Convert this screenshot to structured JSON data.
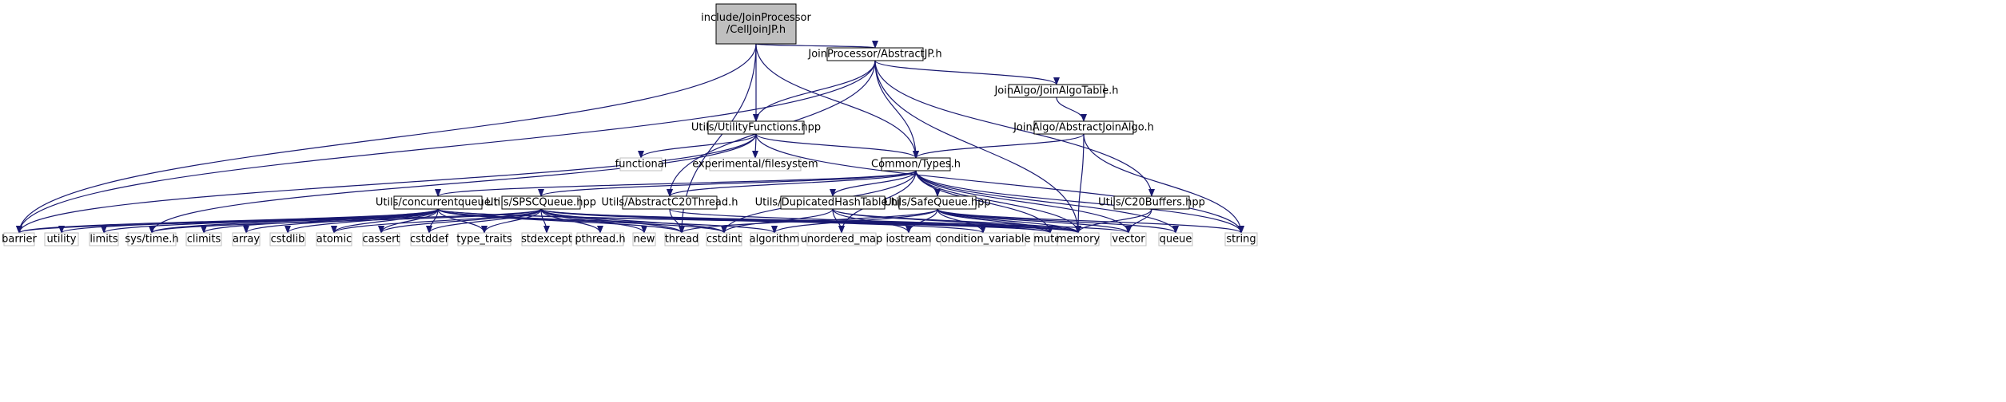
{
  "colors": {
    "edge": "#191970",
    "root_fill": "#bfbfbf",
    "node_stroke": "#000000",
    "sys_stroke": "#bfbfbf"
  },
  "nodes": [
    {
      "id": "root",
      "kind": "root",
      "lines": [
        "include/JoinProcessor",
        "/CellJoinJP.h"
      ]
    },
    {
      "id": "abstractjp",
      "kind": "local",
      "lines": [
        "JoinProcessor/AbstractJP.h"
      ]
    },
    {
      "id": "utilfn",
      "kind": "local",
      "lines": [
        "Utils/UtilityFunctions.hpp"
      ]
    },
    {
      "id": "joinalgotable",
      "kind": "local",
      "lines": [
        "JoinAlgo/JoinAlgoTable.h"
      ]
    },
    {
      "id": "abstractjoinalgo",
      "kind": "local",
      "lines": [
        "JoinAlgo/AbstractJoinAlgo.h"
      ]
    },
    {
      "id": "types",
      "kind": "local",
      "lines": [
        "Common/Types.h"
      ]
    },
    {
      "id": "functional",
      "kind": "sys",
      "lines": [
        "functional"
      ]
    },
    {
      "id": "expfs",
      "kind": "sys",
      "lines": [
        "experimental/filesystem"
      ]
    },
    {
      "id": "cq",
      "kind": "local",
      "lines": [
        "Utils/concurrentqueue.h"
      ]
    },
    {
      "id": "spsc",
      "kind": "local",
      "lines": [
        "Utils/SPSCQueue.hpp"
      ]
    },
    {
      "id": "c20thread",
      "kind": "local",
      "lines": [
        "Utils/AbstractC20Thread.h"
      ]
    },
    {
      "id": "dht",
      "kind": "local",
      "lines": [
        "Utils/DupicatedHashTable.hpp"
      ]
    },
    {
      "id": "safeq",
      "kind": "local",
      "lines": [
        "Utils/SafeQueue.hpp"
      ]
    },
    {
      "id": "c20buf",
      "kind": "local",
      "lines": [
        "Utils/C20Buffers.hpp"
      ]
    },
    {
      "id": "barrier",
      "kind": "sys",
      "lines": [
        "barrier"
      ]
    },
    {
      "id": "utility",
      "kind": "sys",
      "lines": [
        "utility"
      ]
    },
    {
      "id": "limits",
      "kind": "sys",
      "lines": [
        "limits"
      ]
    },
    {
      "id": "systime",
      "kind": "sys",
      "lines": [
        "sys/time.h"
      ]
    },
    {
      "id": "climits",
      "kind": "sys",
      "lines": [
        "climits"
      ]
    },
    {
      "id": "array",
      "kind": "sys",
      "lines": [
        "array"
      ]
    },
    {
      "id": "cstdlib",
      "kind": "sys",
      "lines": [
        "cstdlib"
      ]
    },
    {
      "id": "atomic",
      "kind": "sys",
      "lines": [
        "atomic"
      ]
    },
    {
      "id": "cassert",
      "kind": "sys",
      "lines": [
        "cassert"
      ]
    },
    {
      "id": "cstddef",
      "kind": "sys",
      "lines": [
        "cstddef"
      ]
    },
    {
      "id": "typetraits",
      "kind": "sys",
      "lines": [
        "type_traits"
      ]
    },
    {
      "id": "stdexcept",
      "kind": "sys",
      "lines": [
        "stdexcept"
      ]
    },
    {
      "id": "pthread",
      "kind": "sys",
      "lines": [
        "pthread.h"
      ]
    },
    {
      "id": "new",
      "kind": "sys",
      "lines": [
        "new"
      ]
    },
    {
      "id": "thread",
      "kind": "sys",
      "lines": [
        "thread"
      ]
    },
    {
      "id": "cstdint",
      "kind": "sys",
      "lines": [
        "cstdint"
      ]
    },
    {
      "id": "algorithm",
      "kind": "sys",
      "lines": [
        "algorithm"
      ]
    },
    {
      "id": "umap",
      "kind": "sys",
      "lines": [
        "unordered_map"
      ]
    },
    {
      "id": "iostream",
      "kind": "sys",
      "lines": [
        "iostream"
      ]
    },
    {
      "id": "condvar",
      "kind": "sys",
      "lines": [
        "condition_variable"
      ]
    },
    {
      "id": "mutex",
      "kind": "sys",
      "lines": [
        "mutex"
      ]
    },
    {
      "id": "memory",
      "kind": "sys",
      "lines": [
        "memory"
      ]
    },
    {
      "id": "vector",
      "kind": "sys",
      "lines": [
        "vector"
      ]
    },
    {
      "id": "queue",
      "kind": "sys",
      "lines": [
        "queue"
      ]
    },
    {
      "id": "string",
      "kind": "sys",
      "lines": [
        "string"
      ]
    }
  ],
  "edges": [
    [
      "root",
      "barrier"
    ],
    [
      "root",
      "thread"
    ],
    [
      "root",
      "abstractjp"
    ],
    [
      "root",
      "utilfn"
    ],
    [
      "root",
      "types"
    ],
    [
      "abstractjp",
      "barrier"
    ],
    [
      "abstractjp",
      "utilfn"
    ],
    [
      "abstractjp",
      "joinalgotable"
    ],
    [
      "abstractjp",
      "types"
    ],
    [
      "abstractjp",
      "c20thread"
    ],
    [
      "abstractjp",
      "memory"
    ],
    [
      "abstractjp",
      "c20buf"
    ],
    [
      "joinalgotable",
      "abstractjoinalgo"
    ],
    [
      "abstractjoinalgo",
      "types"
    ],
    [
      "abstractjoinalgo",
      "memory"
    ],
    [
      "abstractjoinalgo",
      "string"
    ],
    [
      "utilfn",
      "barrier"
    ],
    [
      "utilfn",
      "functional"
    ],
    [
      "utilfn",
      "expfs"
    ],
    [
      "utilfn",
      "types"
    ],
    [
      "utilfn",
      "systime"
    ],
    [
      "utilfn",
      "string"
    ],
    [
      "types",
      "cq"
    ],
    [
      "types",
      "spsc"
    ],
    [
      "types",
      "c20thread"
    ],
    [
      "types",
      "dht"
    ],
    [
      "types",
      "safeq"
    ],
    [
      "types",
      "cstdint"
    ],
    [
      "types",
      "umap"
    ],
    [
      "types",
      "mutex"
    ],
    [
      "types",
      "memory"
    ],
    [
      "types",
      "vector"
    ],
    [
      "types",
      "queue"
    ],
    [
      "types",
      "string"
    ],
    [
      "cq",
      "barrier"
    ],
    [
      "cq",
      "utility"
    ],
    [
      "cq",
      "limits"
    ],
    [
      "cq",
      "systime"
    ],
    [
      "cq",
      "climits"
    ],
    [
      "cq",
      "array"
    ],
    [
      "cq",
      "cstdlib"
    ],
    [
      "cq",
      "atomic"
    ],
    [
      "cq",
      "cassert"
    ],
    [
      "cq",
      "cstddef"
    ],
    [
      "cq",
      "typetraits"
    ],
    [
      "cq",
      "thread"
    ],
    [
      "cq",
      "cstdint"
    ],
    [
      "cq",
      "algorithm"
    ],
    [
      "cq",
      "mutex"
    ],
    [
      "cq",
      "memory"
    ],
    [
      "spsc",
      "barrier"
    ],
    [
      "spsc",
      "systime"
    ],
    [
      "spsc",
      "atomic"
    ],
    [
      "spsc",
      "cassert"
    ],
    [
      "spsc",
      "cstddef"
    ],
    [
      "spsc",
      "typetraits"
    ],
    [
      "spsc",
      "stdexcept"
    ],
    [
      "spsc",
      "pthread"
    ],
    [
      "spsc",
      "new"
    ],
    [
      "spsc",
      "thread"
    ],
    [
      "spsc",
      "cstdint"
    ],
    [
      "spsc",
      "condvar"
    ],
    [
      "spsc",
      "mutex"
    ],
    [
      "spsc",
      "memory"
    ],
    [
      "spsc",
      "vector"
    ],
    [
      "c20thread",
      "thread"
    ],
    [
      "c20thread",
      "memory"
    ],
    [
      "dht",
      "cstdint"
    ],
    [
      "dht",
      "umap"
    ],
    [
      "dht",
      "iostream"
    ],
    [
      "dht",
      "mutex"
    ],
    [
      "dht",
      "memory"
    ],
    [
      "safeq",
      "thread"
    ],
    [
      "safeq",
      "algorithm"
    ],
    [
      "safeq",
      "iostream"
    ],
    [
      "safeq",
      "condvar"
    ],
    [
      "safeq",
      "mutex"
    ],
    [
      "safeq",
      "memory"
    ],
    [
      "safeq",
      "vector"
    ],
    [
      "safeq",
      "queue"
    ],
    [
      "safeq",
      "string"
    ],
    [
      "c20buf",
      "memory"
    ],
    [
      "c20buf",
      "vector"
    ]
  ]
}
